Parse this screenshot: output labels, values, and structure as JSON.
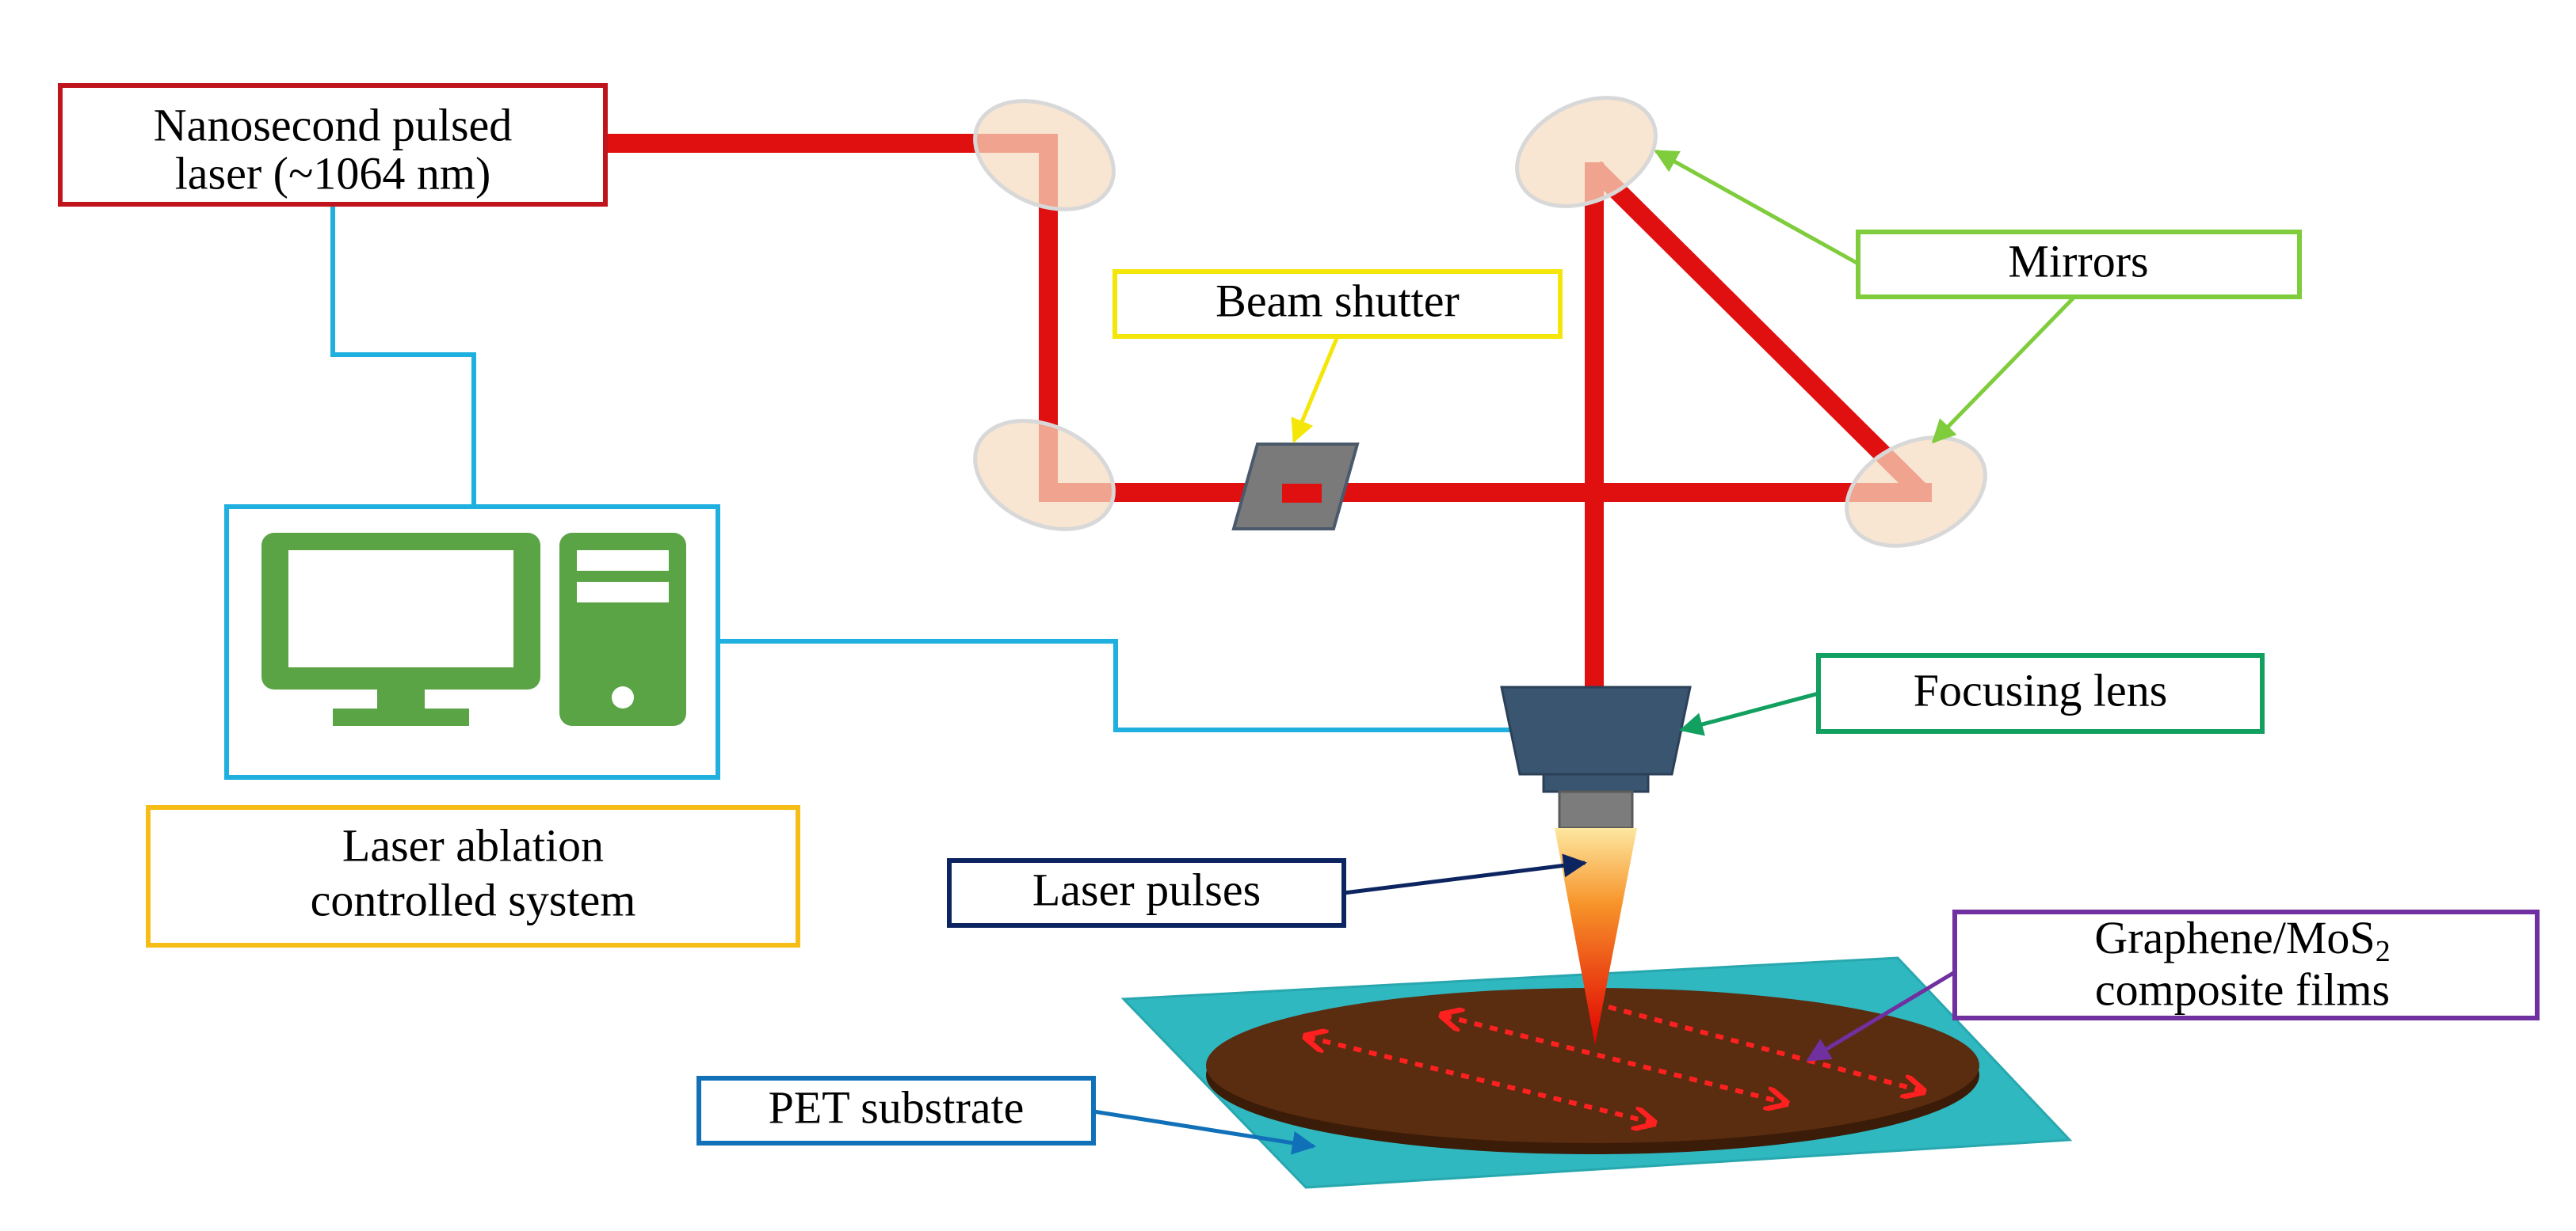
{
  "labels": {
    "laser_line1": "Nanosecond pulsed",
    "laser_line2": "laser (~1064 nm)",
    "beam_shutter": "Beam shutter",
    "mirrors": "Mirrors",
    "focusing_lens": "Focusing lens",
    "laser_pulses": "Laser pulses",
    "control_line1": "Laser ablation",
    "control_line2": "controlled system",
    "film_line1_base": "Graphene/MoS",
    "film_line1_sub": "2",
    "film_line2": "composite films",
    "pet_substrate": "PET substrate"
  },
  "colors": {
    "laser_beam": "#e01010",
    "laser_box": "#c0141c",
    "shutter_box": "#f5e60a",
    "mirrors_box": "#7fcc3c",
    "lens_box": "#12a060",
    "pulses_box": "#0c2460",
    "control_box": "#f6bd16",
    "computer_frame": "#1fb0e0",
    "computer_icon": "#5aa446",
    "film_box": "#7030a0",
    "pet_box": "#1070b8",
    "mirror_fill": "#f5dcc0",
    "substrate": "#2fb8c0",
    "film_fill": "#5a2c10",
    "lens_body": "#3a5570",
    "shutter_fill": "#7a7a7a"
  }
}
